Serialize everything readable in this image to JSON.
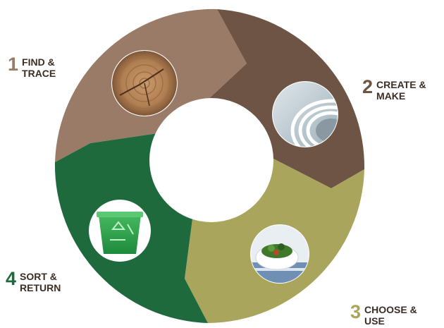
{
  "diagram": {
    "type": "circular-cycle",
    "steps": [
      {
        "number": "1",
        "title": "FIND &\nTRACE",
        "color": "#9a7b68",
        "image": "wood-log-icon"
      },
      {
        "number": "2",
        "title": "CREATE &\nMAKE",
        "color": "#6e5445",
        "image": "paper-rolls-icon"
      },
      {
        "number": "3",
        "title": "CHOOSE &\nUSE",
        "color": "#a9a55c",
        "image": "salad-bowl-icon"
      },
      {
        "number": "4",
        "title": "SORT &\nRETURN",
        "color": "#1f6a3d",
        "image": "recycling-bin-icon"
      }
    ],
    "center_color": "#ffffff",
    "number_colors": [
      "#9a7b68",
      "#6e5445",
      "#a9a55c",
      "#1f6a3d"
    ]
  }
}
